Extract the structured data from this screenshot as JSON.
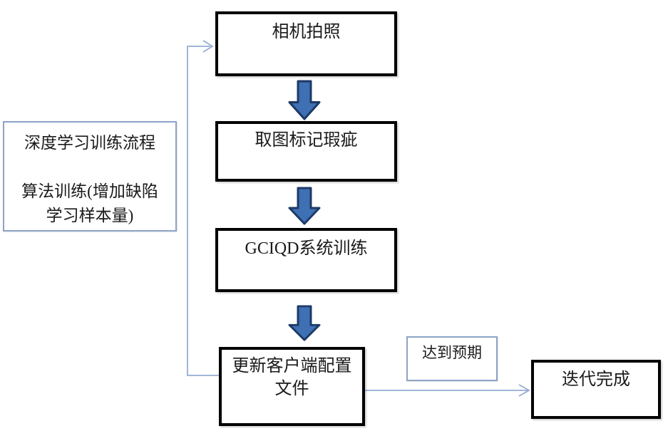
{
  "colors": {
    "background": "#ffffff",
    "node_border": "#000000",
    "thin_border": "#8ca3c6",
    "connector": "#94add2",
    "arrow_fill": "#3f70b4",
    "arrow_stroke": "#1d3a66",
    "text": "#1a1a1a"
  },
  "icons": {
    "down_block_arrow": "⬇",
    "line_arrowhead": ">"
  },
  "nodes": {
    "camera_capture": {
      "label": "相机拍照"
    },
    "mark_defects": {
      "label": "取图标记瑕疵"
    },
    "gciqd_training": {
      "label": "GCIQD系统训练"
    },
    "update_client_config": {
      "lines": [
        "更新客户端配置",
        "文件"
      ]
    },
    "iteration_complete": {
      "label": "迭代完成"
    }
  },
  "annotations": {
    "training_note": {
      "lines": [
        "深度学习训练流程",
        "",
        "算法训练(增加缺陷",
        "学习样本量)"
      ]
    },
    "expectation_label": {
      "label": "达到预期"
    }
  }
}
